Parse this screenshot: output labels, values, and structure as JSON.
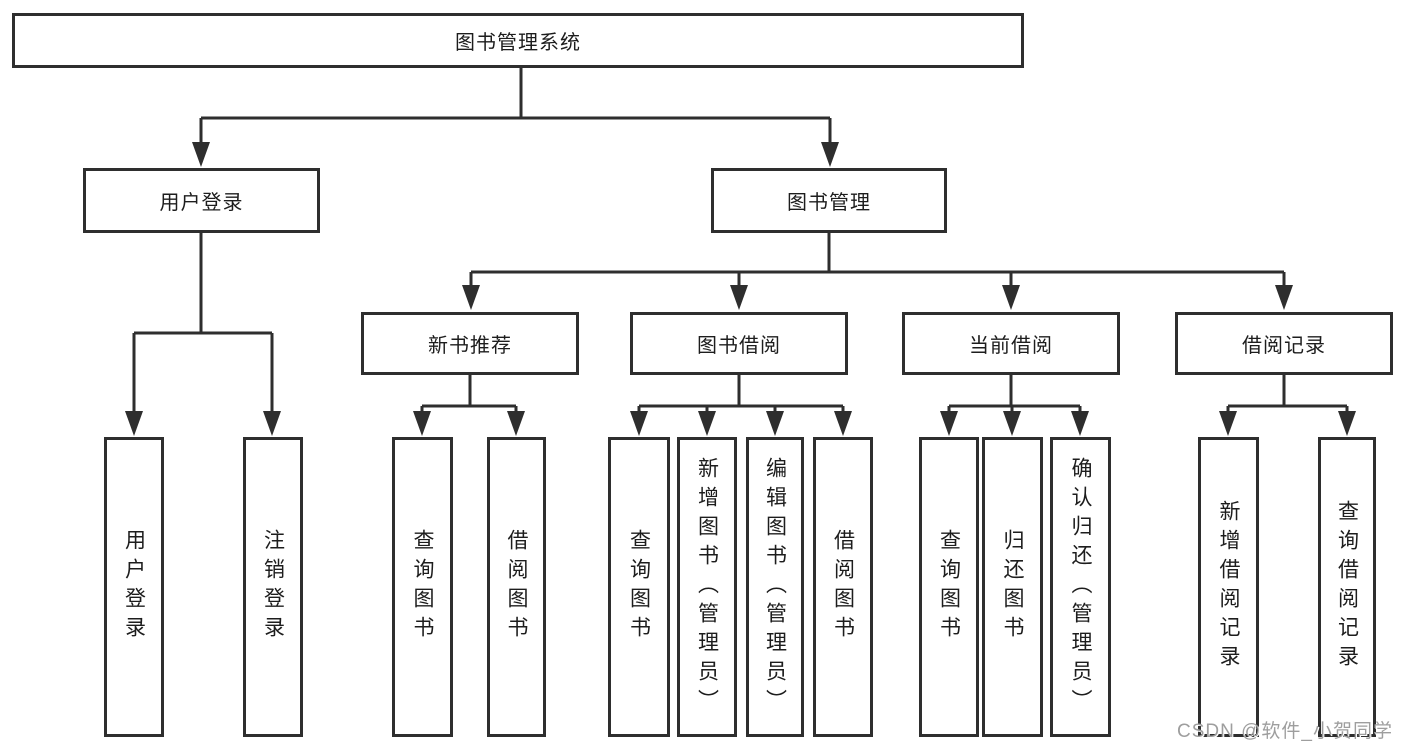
{
  "tree": {
    "root": {
      "label": "图书管理系统",
      "children": [
        {
          "label": "用户登录",
          "children": [
            {
              "label": "用户登录"
            },
            {
              "label": "注销登录"
            }
          ]
        },
        {
          "label": "图书管理",
          "children": [
            {
              "label": "新书推荐",
              "children": [
                {
                  "label": "查询图书"
                },
                {
                  "label": "借阅图书"
                }
              ]
            },
            {
              "label": "图书借阅",
              "children": [
                {
                  "label": "查询图书"
                },
                {
                  "label": "新增图书（管理员）"
                },
                {
                  "label": "编辑图书（管理员）"
                },
                {
                  "label": "借阅图书"
                }
              ]
            },
            {
              "label": "当前借阅",
              "children": [
                {
                  "label": "查询图书"
                },
                {
                  "label": "归还图书"
                },
                {
                  "label": "确认归还（管理员）"
                }
              ]
            },
            {
              "label": "借阅记录",
              "children": [
                {
                  "label": "新增借阅记录"
                },
                {
                  "label": "查询借阅记录"
                }
              ]
            }
          ]
        }
      ]
    }
  },
  "watermark": {
    "text": "CSDN @软件_小贺同学"
  },
  "colors": {
    "line": "#2e2e2e",
    "text": "#1d1d1d",
    "watermark": "#9e9e9e",
    "background": "#ffffff"
  }
}
